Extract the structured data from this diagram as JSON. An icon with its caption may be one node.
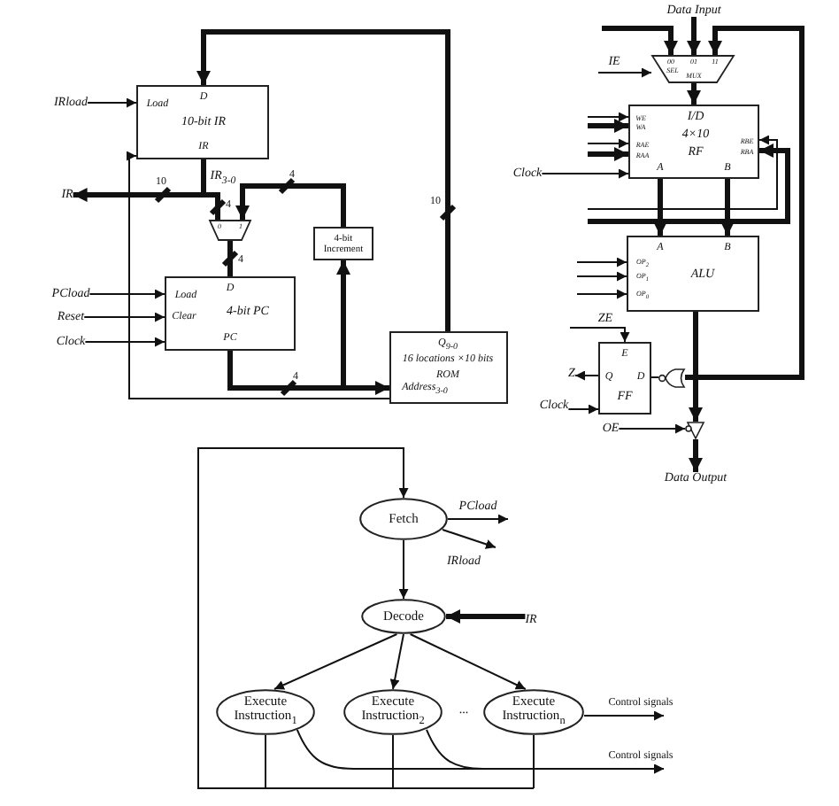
{
  "diagram": {
    "nodes": [
      {
        "text": [
          "IRload"
        ]
      },
      {
        "text": [
          "D",
          "Load",
          "10-bit IR",
          "IR"
        ]
      },
      {
        "text": [
          "IR"
        ]
      },
      {
        "text": [
          "0",
          "1"
        ]
      },
      {
        "text": [
          "4-bit Increment"
        ]
      },
      {
        "text": [
          "PCload"
        ]
      },
      {
        "text": [
          "Reset"
        ]
      },
      {
        "text": [
          "Clock"
        ]
      },
      {
        "text": [
          "D",
          "Load",
          "Clear",
          "4-bit PC",
          "PC"
        ]
      },
      {
        "text": [
          "Q$_{9-0}$",
          "16 locations ×10 bits",
          "ROM",
          "Address$_{3-0}$"
        ]
      },
      {
        "text": [
          "Data Input"
        ]
      },
      {
        "text": [
          "00",
          "01",
          "11",
          "SEL",
          "MUX"
        ]
      },
      {
        "text": [
          "Clock"
        ]
      },
      {
        "text": [
          "I/D",
          "WE",
          "WA",
          "4×10",
          "RBE",
          "RAE",
          "RF",
          "RBA",
          "RAA",
          "A",
          "B"
        ]
      },
      {
        "text": [
          "A",
          "B",
          "OP$_{2}$",
          "ALU",
          "OP$_{1}$",
          "OP$_{0}$"
        ]
      },
      {
        "text": [
          "E",
          "Q",
          "D",
          "FF"
        ]
      },
      {
        "text": [
          "Z"
        ]
      },
      {
        "text": [],
        "shape": "gate"
      },
      {
        "text": [
          "Clock"
        ]
      },
      {
        "text": [
          "OE"
        ]
      },
      {
        "text": [],
        "shape": "triangle"
      },
      {
        "text": [
          "Data Output"
        ]
      },
      {
        "text": [
          "Fetch"
        ]
      },
      {
        "text": [
          "Decode"
        ]
      },
      {
        "text": [
          "IR"
        ]
      },
      {
        "text": [
          "Execute Instruction$_{1}$"
        ]
      },
      {
        "text": [
          "Execute Instruction$_{2}$"
        ]
      },
      {
        "text": [
          "Execute Instruction$_{n}$"
        ]
      }
    ],
    "edges": [
      {
        "from": 0,
        "to": 1,
        "arrow": "to"
      },
      {
        "from": 9,
        "to": 1,
        "arrow": "to",
        "label": "10",
        "style": "thick"
      },
      {
        "from": 1,
        "to": 2,
        "arrow": "to",
        "label": "10",
        "style": "thick"
      },
      {
        "from": 1,
        "to": 3,
        "arrow": "none",
        "label": "4",
        "style": "thick"
      },
      {
        "from": 4,
        "to": 3,
        "arrow": "to",
        "label": "4",
        "style": "thick"
      },
      {
        "from": 3,
        "to": 8,
        "arrow": "none",
        "label": "4",
        "style": "thick"
      },
      {
        "from": 5,
        "to": 8,
        "arrow": "to"
      },
      {
        "from": 6,
        "to": 8,
        "arrow": "to"
      },
      {
        "from": 7,
        "to": 8,
        "arrow": "to"
      },
      {
        "from": 8,
        "to": 9,
        "arrow": "to",
        "label": "4",
        "style": "thick"
      },
      {
        "from": 8,
        "to": 4,
        "arrow": "to",
        "style": "thick"
      },
      {
        "from": 9,
        "to": 1,
        "arrow": "to"
      },
      {
        "from": null,
        "to": 11,
        "arrow": "to",
        "style": "thick"
      },
      {
        "from": 10,
        "to": 11,
        "arrow": "to",
        "style": "thick"
      },
      {
        "from": 14,
        "to": 11,
        "arrow": "to",
        "style": "thick"
      },
      {
        "from": null,
        "to": 11,
        "arrow": "to",
        "label": "IE"
      },
      {
        "from": 11,
        "to": 13,
        "arrow": "to",
        "style": "thick"
      },
      {
        "from": null,
        "to": 13,
        "arrow": "to"
      },
      {
        "from": null,
        "to": 13,
        "arrow": "to",
        "style": "thick"
      },
      {
        "from": null,
        "to": 13,
        "arrow": "to"
      },
      {
        "from": null,
        "to": 13,
        "arrow": "to",
        "style": "thick"
      },
      {
        "from": 12,
        "to": 13,
        "arrow": "to"
      },
      {
        "from": null,
        "to": 13,
        "arrow": "to"
      },
      {
        "from": null,
        "to": 13,
        "arrow": "to",
        "style": "thick"
      },
      {
        "from": 13,
        "to": 14,
        "arrow": "to",
        "style": "thick"
      },
      {
        "from": 13,
        "to": 14,
        "arrow": "to",
        "style": "thick"
      },
      {
        "from": null,
        "to": 14,
        "arrow": "to"
      },
      {
        "from": null,
        "to": 14,
        "arrow": "to"
      },
      {
        "from": null,
        "to": 14,
        "arrow": "to"
      },
      {
        "from": null,
        "to": 15,
        "arrow": "to",
        "label": "ZE"
      },
      {
        "from": 15,
        "to": 16,
        "arrow": "to"
      },
      {
        "from": 18,
        "to": 15,
        "arrow": "to"
      },
      {
        "from": 14,
        "to": 17,
        "arrow": "none",
        "style": "thick"
      },
      {
        "from": 17,
        "to": 15,
        "arrow": "none"
      },
      {
        "from": 14,
        "to": 20,
        "arrow": "to",
        "style": "thick"
      },
      {
        "from": 19,
        "to": 20,
        "arrow": "to"
      },
      {
        "from": 20,
        "to": 21,
        "arrow": "to",
        "style": "thick"
      },
      {
        "from": 22,
        "to": null,
        "arrow": "to",
        "label": "PCload"
      },
      {
        "from": 22,
        "to": null,
        "arrow": "to",
        "label": "IRload"
      },
      {
        "from": 22,
        "to": 23,
        "arrow": "to"
      },
      {
        "from": 24,
        "to": 23,
        "arrow": "to",
        "style": "thick"
      },
      {
        "from": 23,
        "to": 25,
        "arrow": "to"
      },
      {
        "from": 23,
        "to": 26,
        "arrow": "to"
      },
      {
        "from": 23,
        "to": 27,
        "arrow": "to"
      },
      {
        "from": 27,
        "to": null,
        "arrow": "to",
        "label": "Control signals"
      },
      {
        "from": 25,
        "to": null,
        "arrow": "to",
        "label": "Control signals"
      },
      {
        "from": 26,
        "to": null,
        "arrow": "to"
      },
      {
        "from": 25,
        "to": 22,
        "arrow": "to"
      },
      {
        "from": 26,
        "to": 22,
        "arrow": "to"
      },
      {
        "from": 27,
        "to": 22,
        "arrow": "to"
      }
    ],
    "labels": [
      "IR$_{3-0}$",
      "..."
    ]
  }
}
